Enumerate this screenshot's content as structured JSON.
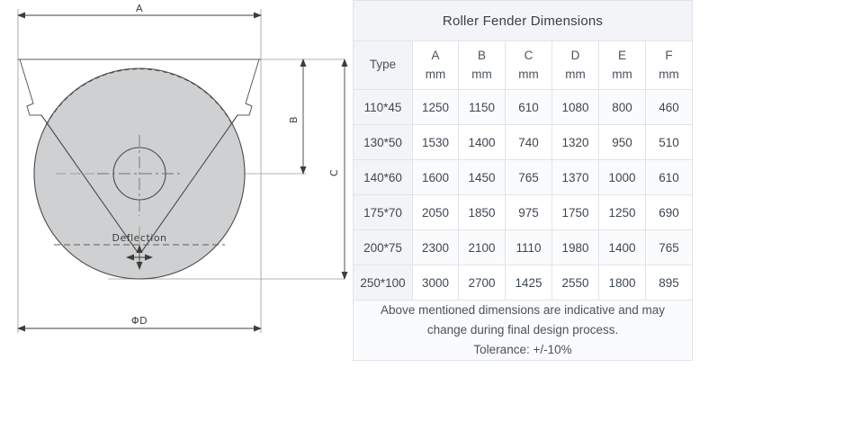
{
  "drawing": {
    "labels": {
      "width_a": "A",
      "height_b": "B",
      "height_c": "C",
      "deflection": "Deflection",
      "diameter_d": "ΦD"
    },
    "colors": {
      "roller_fill": "#cfd0d1",
      "line": "#4a4a4a",
      "thin_line": "#8a8a8a"
    }
  },
  "table": {
    "title": "Roller Fender Dimensions",
    "columns": [
      {
        "label": "Type",
        "unit": ""
      },
      {
        "label": "A",
        "unit": "mm"
      },
      {
        "label": "B",
        "unit": "mm"
      },
      {
        "label": "C",
        "unit": "mm"
      },
      {
        "label": "D",
        "unit": "mm"
      },
      {
        "label": "E",
        "unit": "mm"
      },
      {
        "label": "F",
        "unit": "mm"
      }
    ],
    "rows": [
      {
        "type": "110*45",
        "a": "1250",
        "b": "1150",
        "c": "610",
        "d": "1080",
        "e": "800",
        "f": "460"
      },
      {
        "type": "130*50",
        "a": "1530",
        "b": "1400",
        "c": "740",
        "d": "1320",
        "e": "950",
        "f": "510"
      },
      {
        "type": "140*60",
        "a": "1600",
        "b": "1450",
        "c": "765",
        "d": "1370",
        "e": "1000",
        "f": "610"
      },
      {
        "type": "175*70",
        "a": "2050",
        "b": "1850",
        "c": "975",
        "d": "1750",
        "e": "1250",
        "f": "690"
      },
      {
        "type": "200*75",
        "a": "2300",
        "b": "2100",
        "c": "1110",
        "d": "1980",
        "e": "1400",
        "f": "765"
      },
      {
        "type": "250*100",
        "a": "3000",
        "b": "2700",
        "c": "1425",
        "d": "2550",
        "e": "1800",
        "f": "895"
      }
    ],
    "note": {
      "line1": "Above mentioned dimensions are indicative and may",
      "line2": "change during final design process.",
      "line3": "Tolerance: +/-10%"
    }
  }
}
